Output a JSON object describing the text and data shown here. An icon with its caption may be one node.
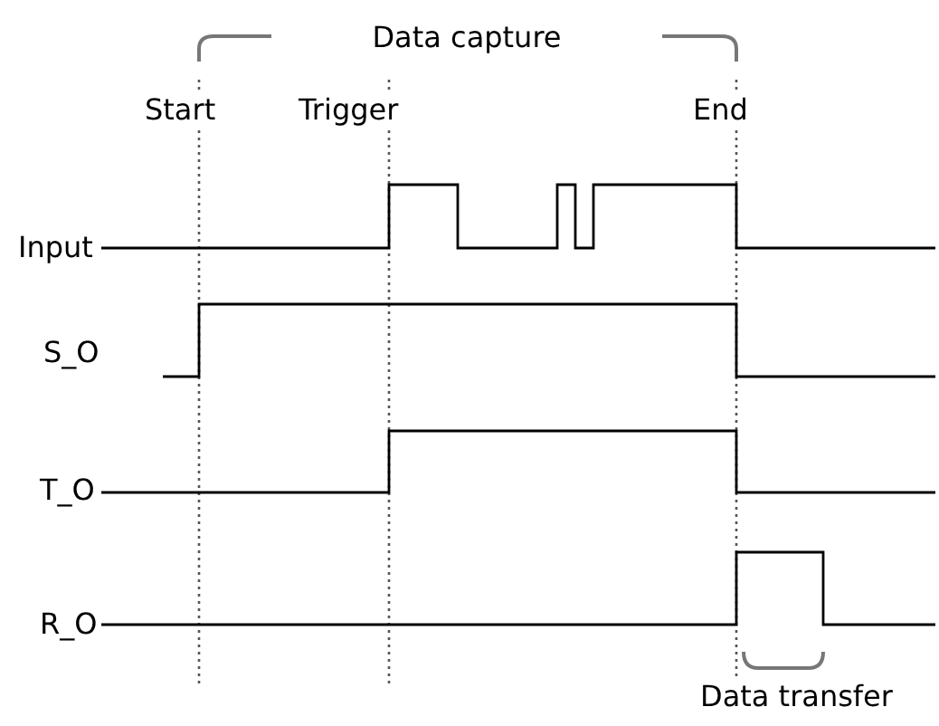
{
  "diagram": {
    "labels": [
      "Data capture",
      "Start",
      "Trigger",
      "End",
      "Input",
      "S_O",
      "T_O",
      "R_O",
      "Data transfer"
    ]
  }
}
